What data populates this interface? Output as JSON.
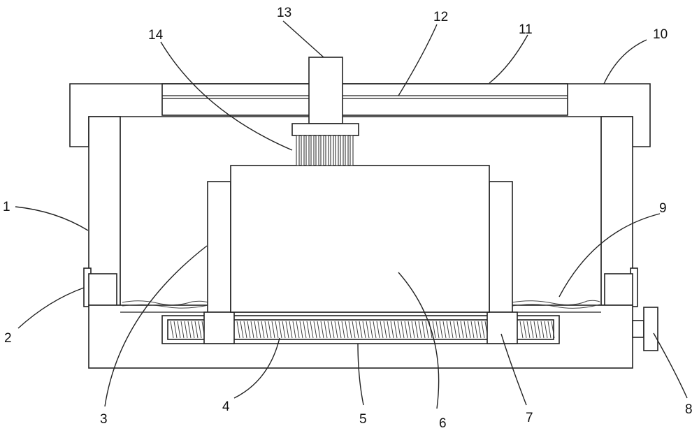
{
  "labels": [
    "1",
    "2",
    "3",
    "4",
    "5",
    "6",
    "7",
    "8",
    "9",
    "10",
    "11",
    "12",
    "13",
    "14"
  ],
  "colors": {
    "line": "#222222",
    "background": "#ffffff"
  }
}
